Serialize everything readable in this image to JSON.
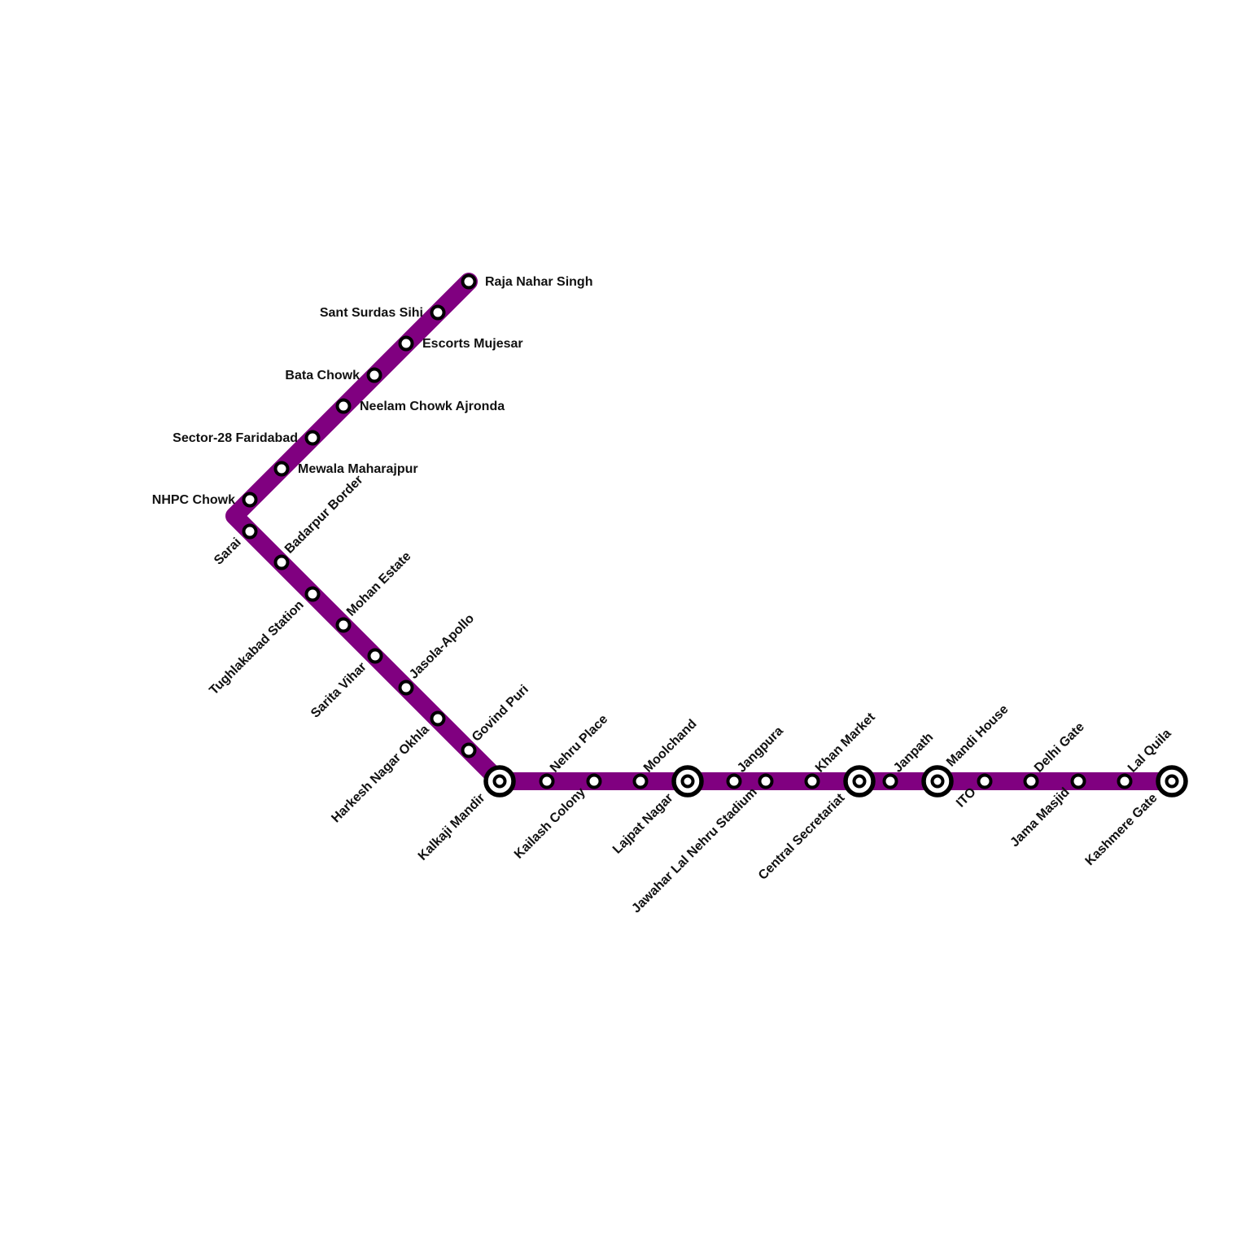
{
  "map": {
    "line_color": "#800080",
    "station_fill": "#ffffff",
    "station_stroke": "#000000",
    "stations": [
      {
        "name": "Raja Nahar Singh",
        "type": "regular"
      },
      {
        "name": "Sant Surdas Sihi",
        "type": "regular"
      },
      {
        "name": "Escorts Mujesar",
        "type": "regular"
      },
      {
        "name": "Bata Chowk",
        "type": "regular"
      },
      {
        "name": "Neelam Chowk Ajronda",
        "type": "regular"
      },
      {
        "name": "Sector-28 Faridabad",
        "type": "regular"
      },
      {
        "name": "Mewala Maharajpur",
        "type": "regular"
      },
      {
        "name": "NHPC Chowk",
        "type": "regular"
      },
      {
        "name": "Sarai",
        "type": "regular"
      },
      {
        "name": "Badarpur Border",
        "type": "regular"
      },
      {
        "name": "Tughlakabad Station",
        "type": "regular"
      },
      {
        "name": "Mohan Estate",
        "type": "regular"
      },
      {
        "name": "Sarita Vihar",
        "type": "regular"
      },
      {
        "name": "Jasola-Apollo",
        "type": "regular"
      },
      {
        "name": "Harkesh Nagar Okhla",
        "type": "regular"
      },
      {
        "name": "Govind Puri",
        "type": "regular"
      },
      {
        "name": "Kalkaji Mandir",
        "type": "interchange"
      },
      {
        "name": "Nehru Place",
        "type": "regular"
      },
      {
        "name": "Kailash Colony",
        "type": "regular"
      },
      {
        "name": "Moolchand",
        "type": "regular"
      },
      {
        "name": "Lajpat Nagar",
        "type": "interchange"
      },
      {
        "name": "Jangpura",
        "type": "regular"
      },
      {
        "name": "Jawahar Lal Nehru Stadium",
        "type": "regular"
      },
      {
        "name": "Khan Market",
        "type": "regular"
      },
      {
        "name": "Central Secretariat",
        "type": "interchange"
      },
      {
        "name": "Janpath",
        "type": "regular"
      },
      {
        "name": "Mandi House",
        "type": "interchange"
      },
      {
        "name": "ITO",
        "type": "regular"
      },
      {
        "name": "Delhi Gate",
        "type": "regular"
      },
      {
        "name": "Jama Masjid",
        "type": "regular"
      },
      {
        "name": "Lal Quila",
        "type": "regular"
      },
      {
        "name": "Kashmere Gate",
        "type": "interchange"
      }
    ]
  }
}
